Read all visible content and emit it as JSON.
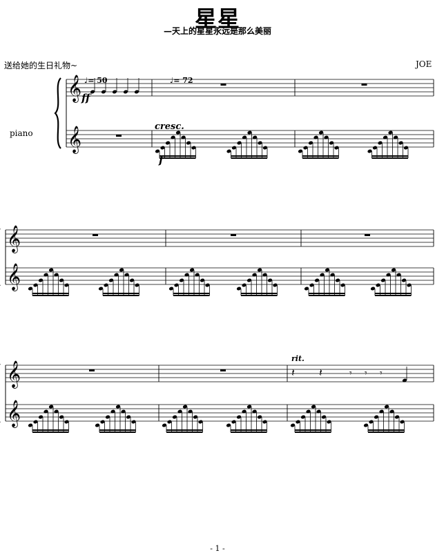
{
  "header": {
    "title": "星星",
    "subtitle": "—天上的星星永远是那么美丽",
    "dedication": "送给她的生日礼物~",
    "composer": "JOE"
  },
  "instrument": "piano",
  "tempo_marks": [
    {
      "label": "= 50"
    },
    {
      "label": "= 72"
    }
  ],
  "dynamics": {
    "fortissimo": "ff",
    "forte": "f",
    "crescendo": "cresc."
  },
  "expression": {
    "ritardando": "rit."
  },
  "page_number": "- 1 -",
  "systems": [
    {
      "measures": 3,
      "upper": [
        "melody",
        "rest",
        "rest"
      ]
    },
    {
      "measures": 3,
      "upper": [
        "rest",
        "rest",
        "rest"
      ]
    },
    {
      "measures": 3,
      "upper": [
        "rest",
        "rest",
        "rit-melody"
      ]
    }
  ]
}
